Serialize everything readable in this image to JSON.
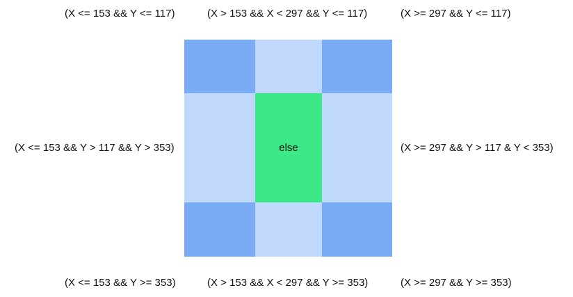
{
  "colors": {
    "corner": "#7aacf5",
    "edge": "#c0d8fb",
    "center": "#3be887"
  },
  "labels": {
    "top_left": "(X <= 153 && Y <= 117)",
    "top_center": "(X > 153 && X < 297 && Y <= 117)",
    "top_right": "(X >= 297 && Y <= 117)",
    "middle_left": "(X <= 153 && Y > 117 && Y > 353)",
    "middle_right": "(X >= 297 && Y > 117 & Y < 353)",
    "bottom_left": "(X <= 153 && Y >= 353)",
    "bottom_center": "(X > 153 && X < 297 && Y >= 353)",
    "bottom_right": "(X >= 297 && Y >= 353)"
  },
  "center_text": "else"
}
